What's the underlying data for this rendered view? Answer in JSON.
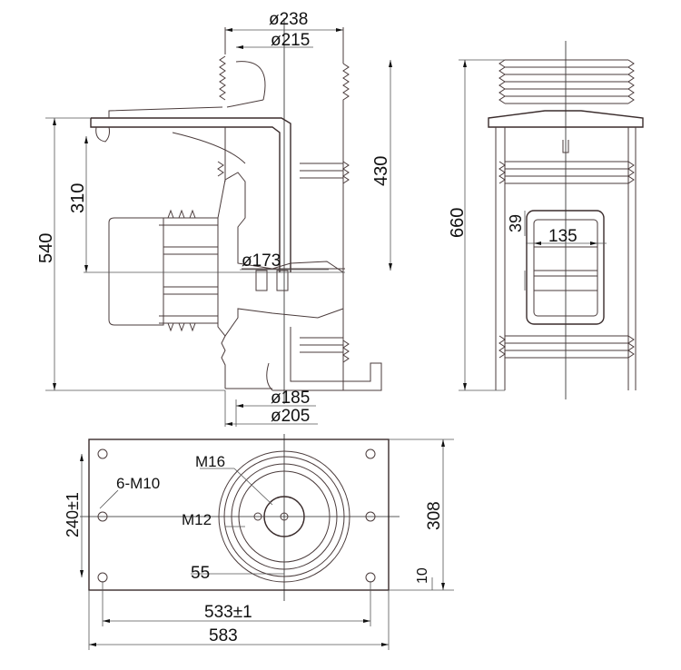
{
  "dimensions": {
    "d238": "ø238",
    "d215": "ø215",
    "d430": "430",
    "d310": "310",
    "d540": "540",
    "d173": "ø173",
    "d185": "ø185",
    "d205": "ø205",
    "d660": "660",
    "d39": "39",
    "d135": "135",
    "m16": "M16",
    "m10": "6-M10",
    "m12": "M12",
    "d240": "240±1",
    "d308": "308",
    "d55": "55",
    "d10": "10",
    "d533": "533±1",
    "d583": "583"
  },
  "colors": {
    "outline": "#4a3b3b",
    "text": "#111111",
    "background": "#ffffff"
  }
}
